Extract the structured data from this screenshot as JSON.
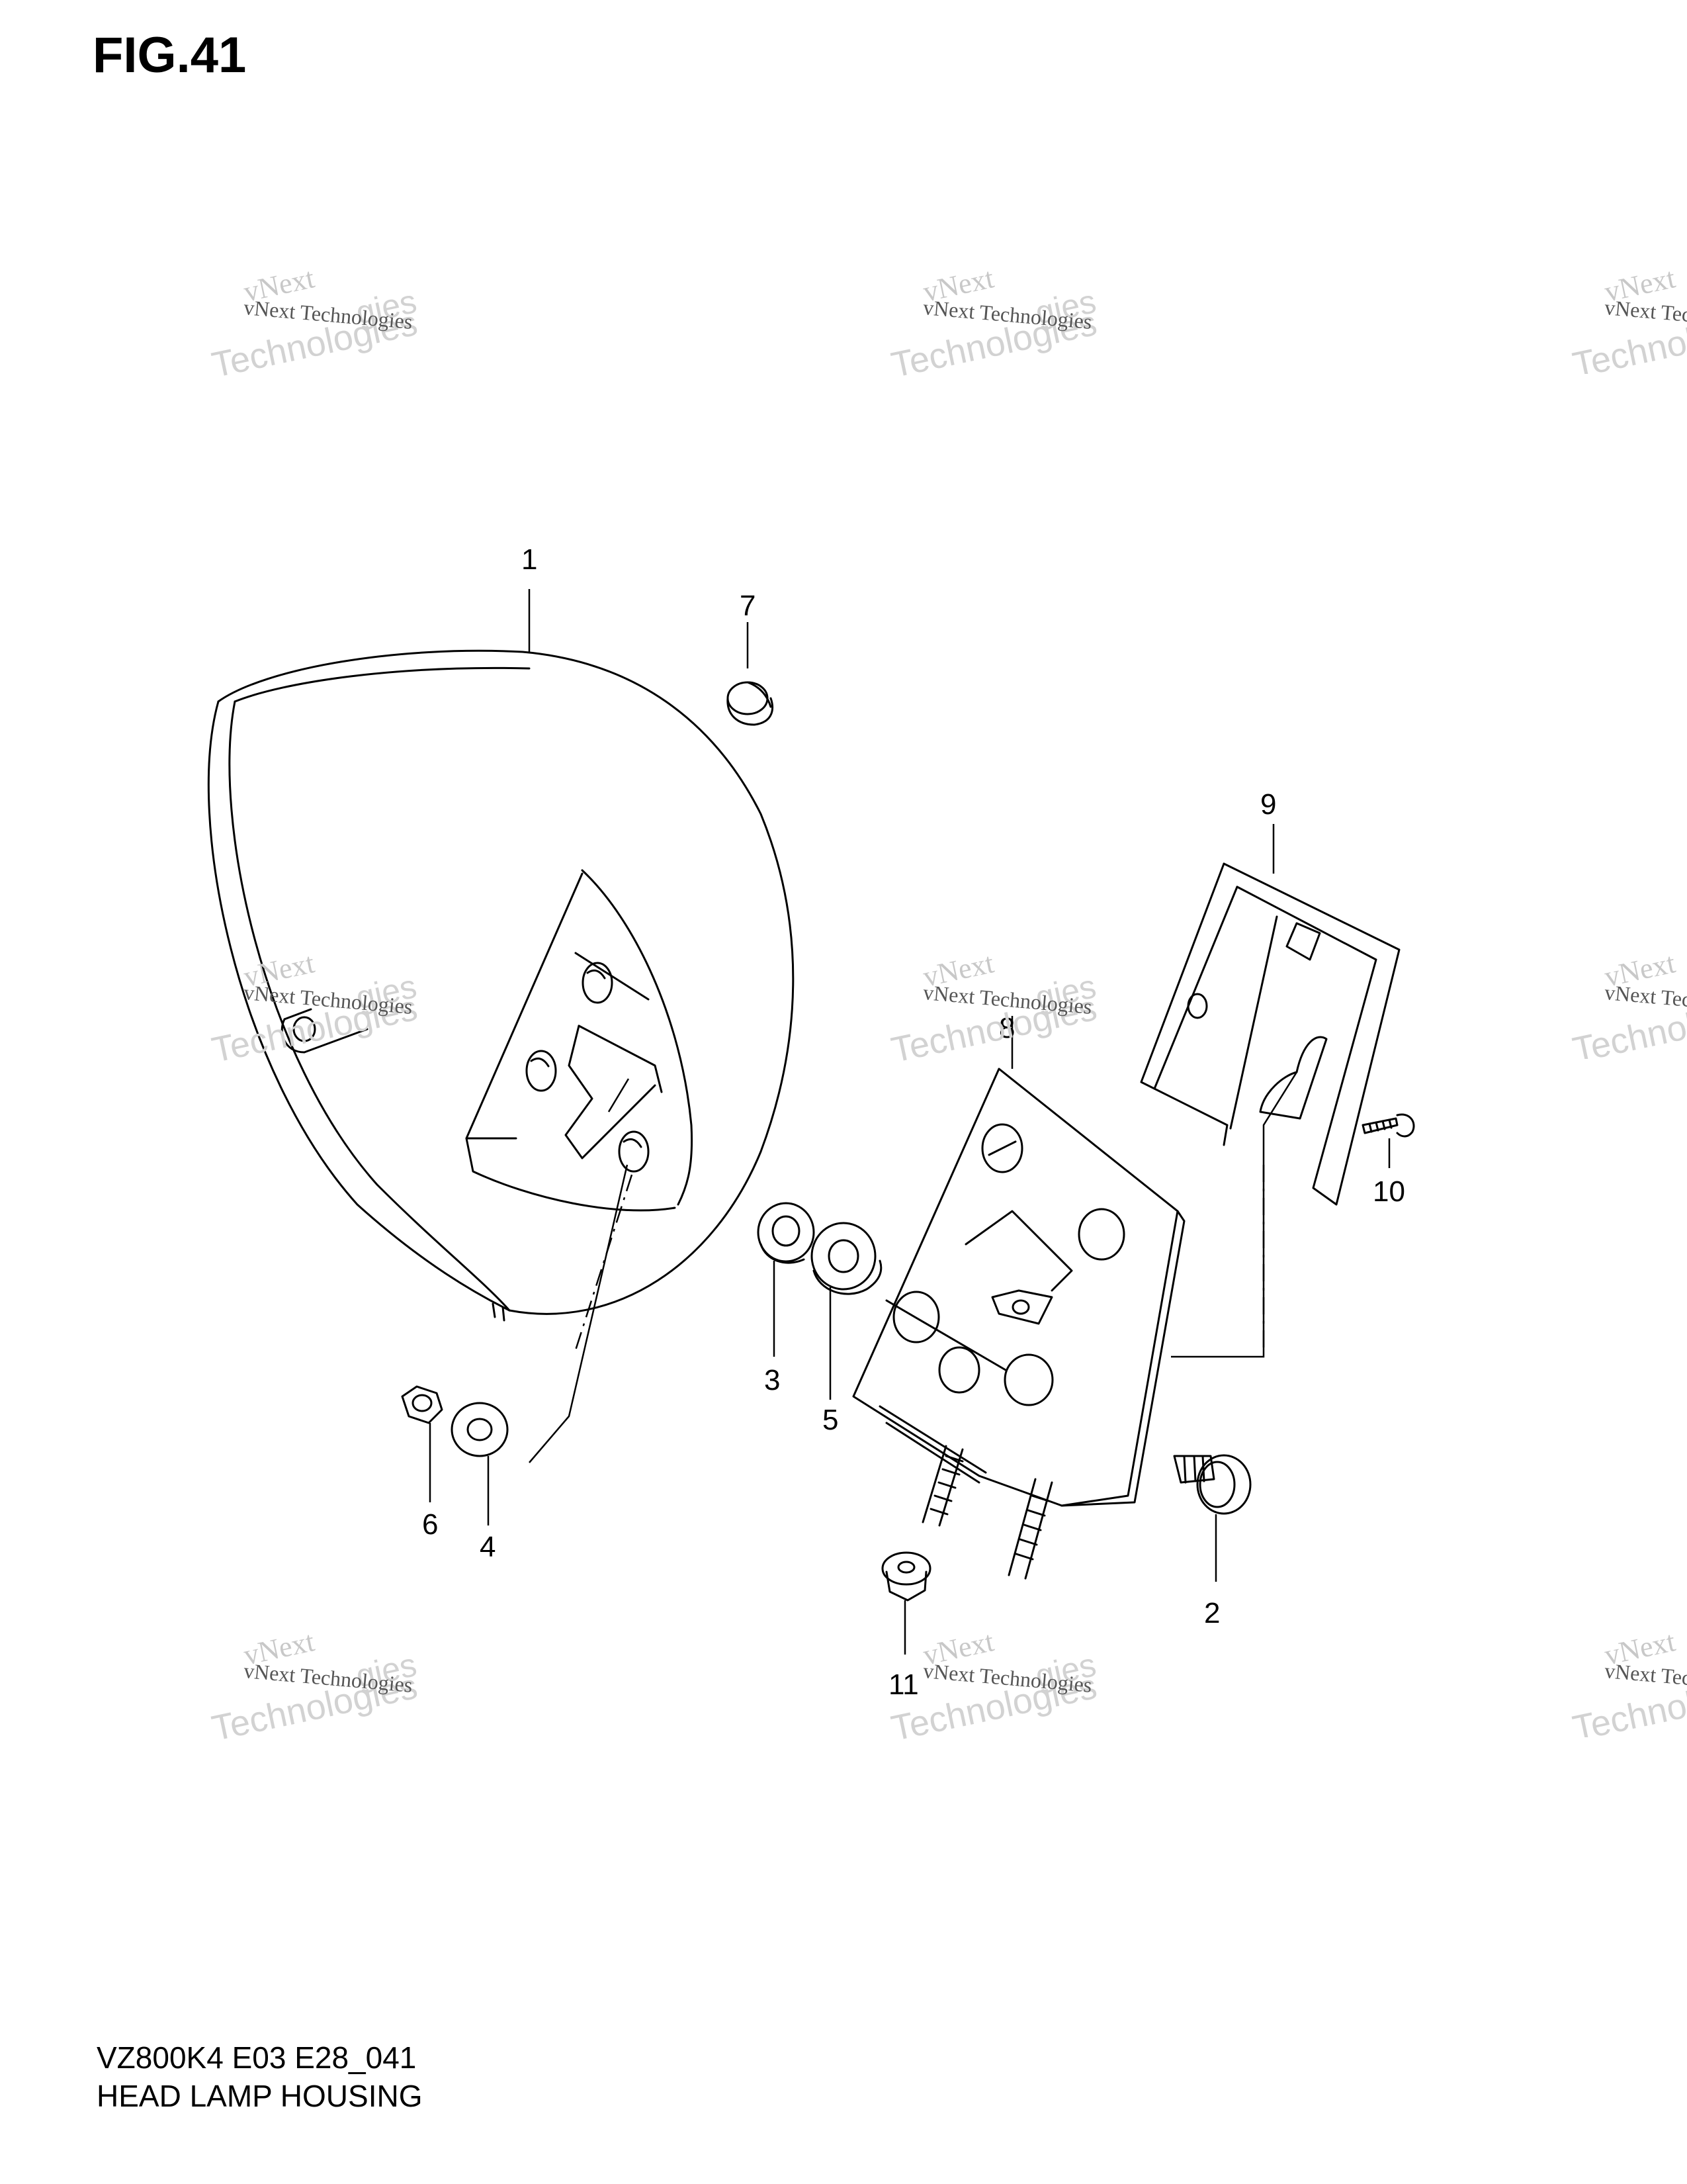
{
  "figure": {
    "title": "FIG.41",
    "code": "VZ800K4 E03 E28_041",
    "name": "HEAD LAMP HOUSING"
  },
  "callouts": [
    "1",
    "2",
    "3",
    "4",
    "5",
    "6",
    "7",
    "8",
    "9",
    "10",
    "11"
  ],
  "watermark": {
    "line_small": "vNext Technologies",
    "line_big": "Technologies",
    "line_top": "vNext",
    "line_tail": "gies"
  },
  "colors": {
    "ink": "#000000",
    "watermark": "#d2d2d2"
  }
}
